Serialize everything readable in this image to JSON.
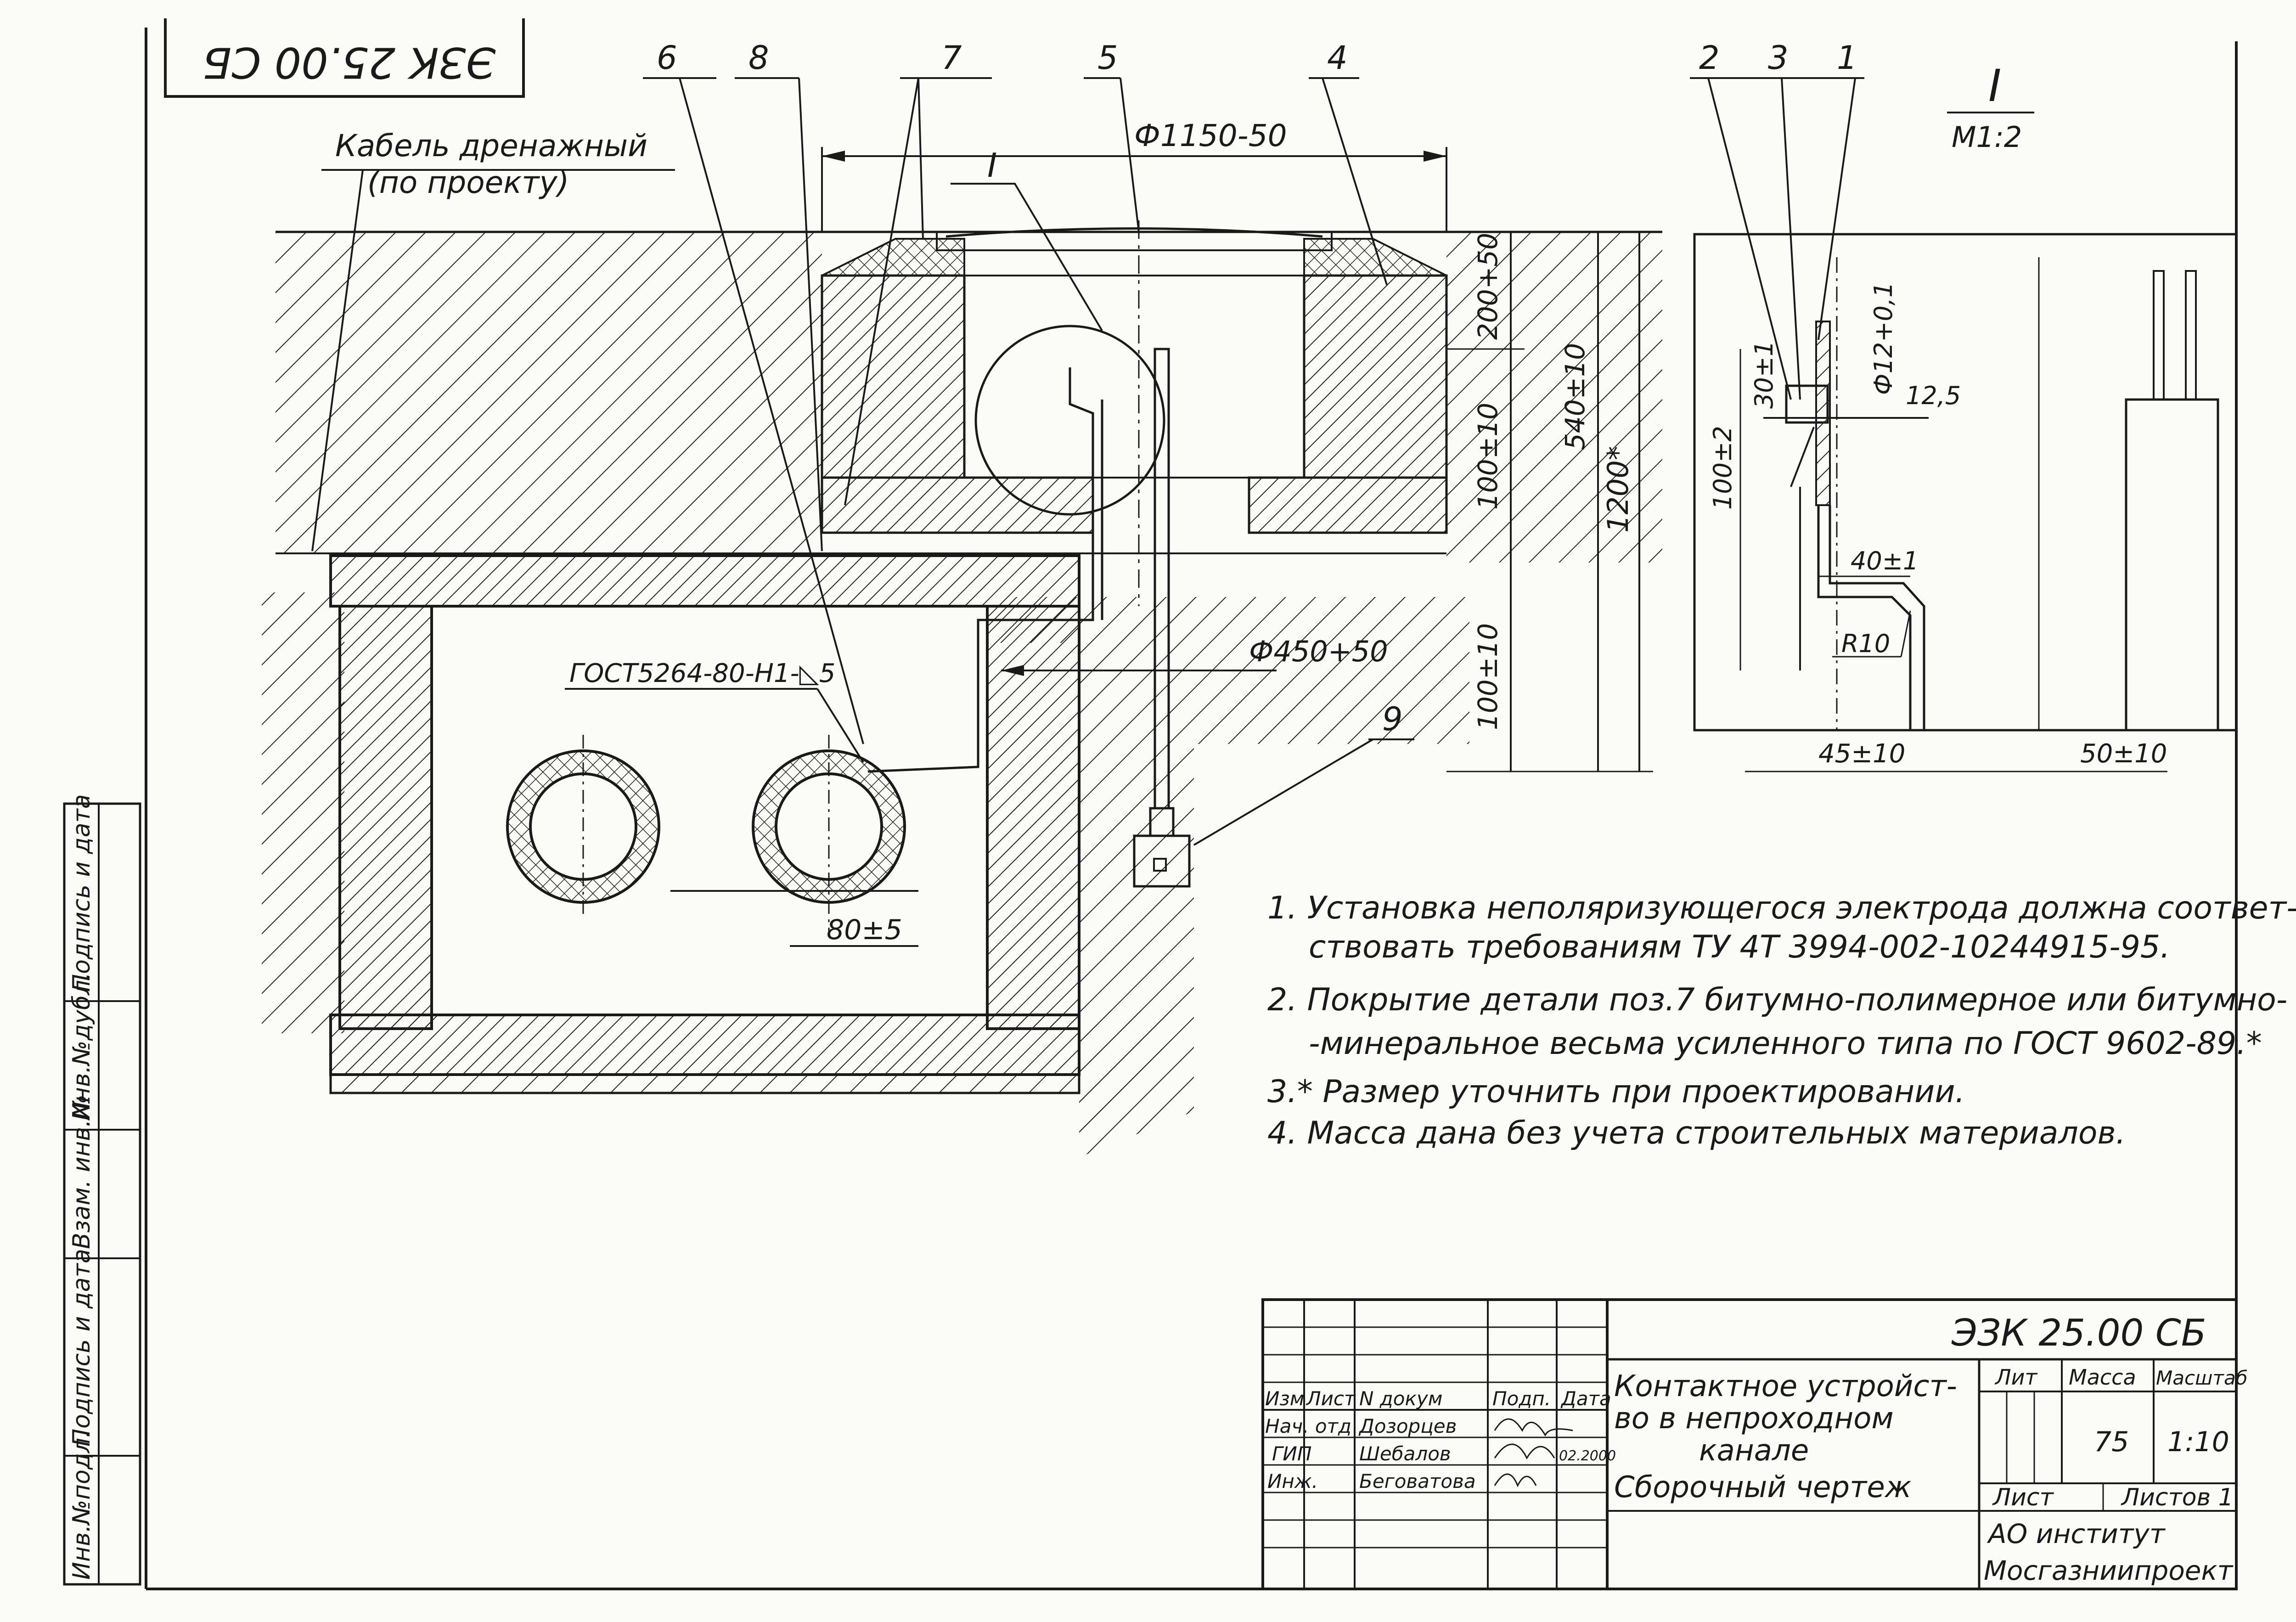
{
  "stamp_code_rotated": "ЭЗК 25.00 СБ",
  "leaders": {
    "cable_label_line1": "Кабель дренажный",
    "cable_label_line2": "(по проекту)",
    "pos6": "6",
    "pos8": "8",
    "pos7": "7",
    "pos5": "5",
    "pos4": "4",
    "pos9": "9",
    "view_I": "I"
  },
  "dimensions": {
    "d_top": "Ф1150-50",
    "d_200": "200+50",
    "d_540": "540±10",
    "d_100a": "100±10",
    "d_1200": "1200*",
    "d_100b": "100±10",
    "d_450": "Ф450+50",
    "gost_weld": "ГОСТ5264-80-Н1-◺5",
    "d_80": "80±5"
  },
  "detail": {
    "title": "I",
    "scale": "М1:2",
    "pos2": "2",
    "pos3": "3",
    "pos1": "1",
    "d_30": "30±1",
    "d_12dia": "Ф12+0,1",
    "d_12_5": "12,5",
    "d_100": "100±2",
    "d_40": "40±1",
    "d_R10": "R10",
    "d_45": "45±10",
    "d_50": "50±10"
  },
  "notes": [
    "1.  Установка неполяризующегося электрода должна соответ-",
    "ствовать требованиям ТУ 4Т 3994-002-10244915-95.",
    "2.  Покрытие детали поз.7 битумно-полимерное или битумно-",
    "-минеральное весьма усиленного типа по ГОСТ 9602-89.*",
    "3.* Размер уточнить при проектировании.",
    "4.  Масса дана без учета строительных материалов."
  ],
  "side_stamp": [
    "Инв.№подл.",
    "Подпись и дата",
    "Взам. инв.№",
    "Инв.№дубл.",
    "Подпись и дата"
  ],
  "title_block": {
    "code": "ЭЗК 25.00 СБ",
    "title_line1": "Контактное устройст-",
    "title_line2": "во в непроходном",
    "title_line3": "канале",
    "title_line4": "Сборочный чертеж",
    "h_izm": "Изм",
    "h_list": "Лист",
    "h_ndoc": "N докум",
    "h_podp": "Подп.",
    "h_date": "Дата",
    "r1_role": "Нач. отд",
    "r1_name": "Дозорцев",
    "r2_role": "ГИП",
    "r2_name": "Шебалов",
    "r2_date": "02.2000",
    "r3_role": "Инж.",
    "r3_name": "Беговатова",
    "h_lit": "Лит",
    "h_massa": "Масса",
    "h_masshtab": "Масштаб",
    "massa": "75",
    "masshtab": "1:10",
    "list": "Лист",
    "listov": "Листов 1",
    "org_line1": "АО институт",
    "org_line2": "Мосгазниипроект"
  }
}
